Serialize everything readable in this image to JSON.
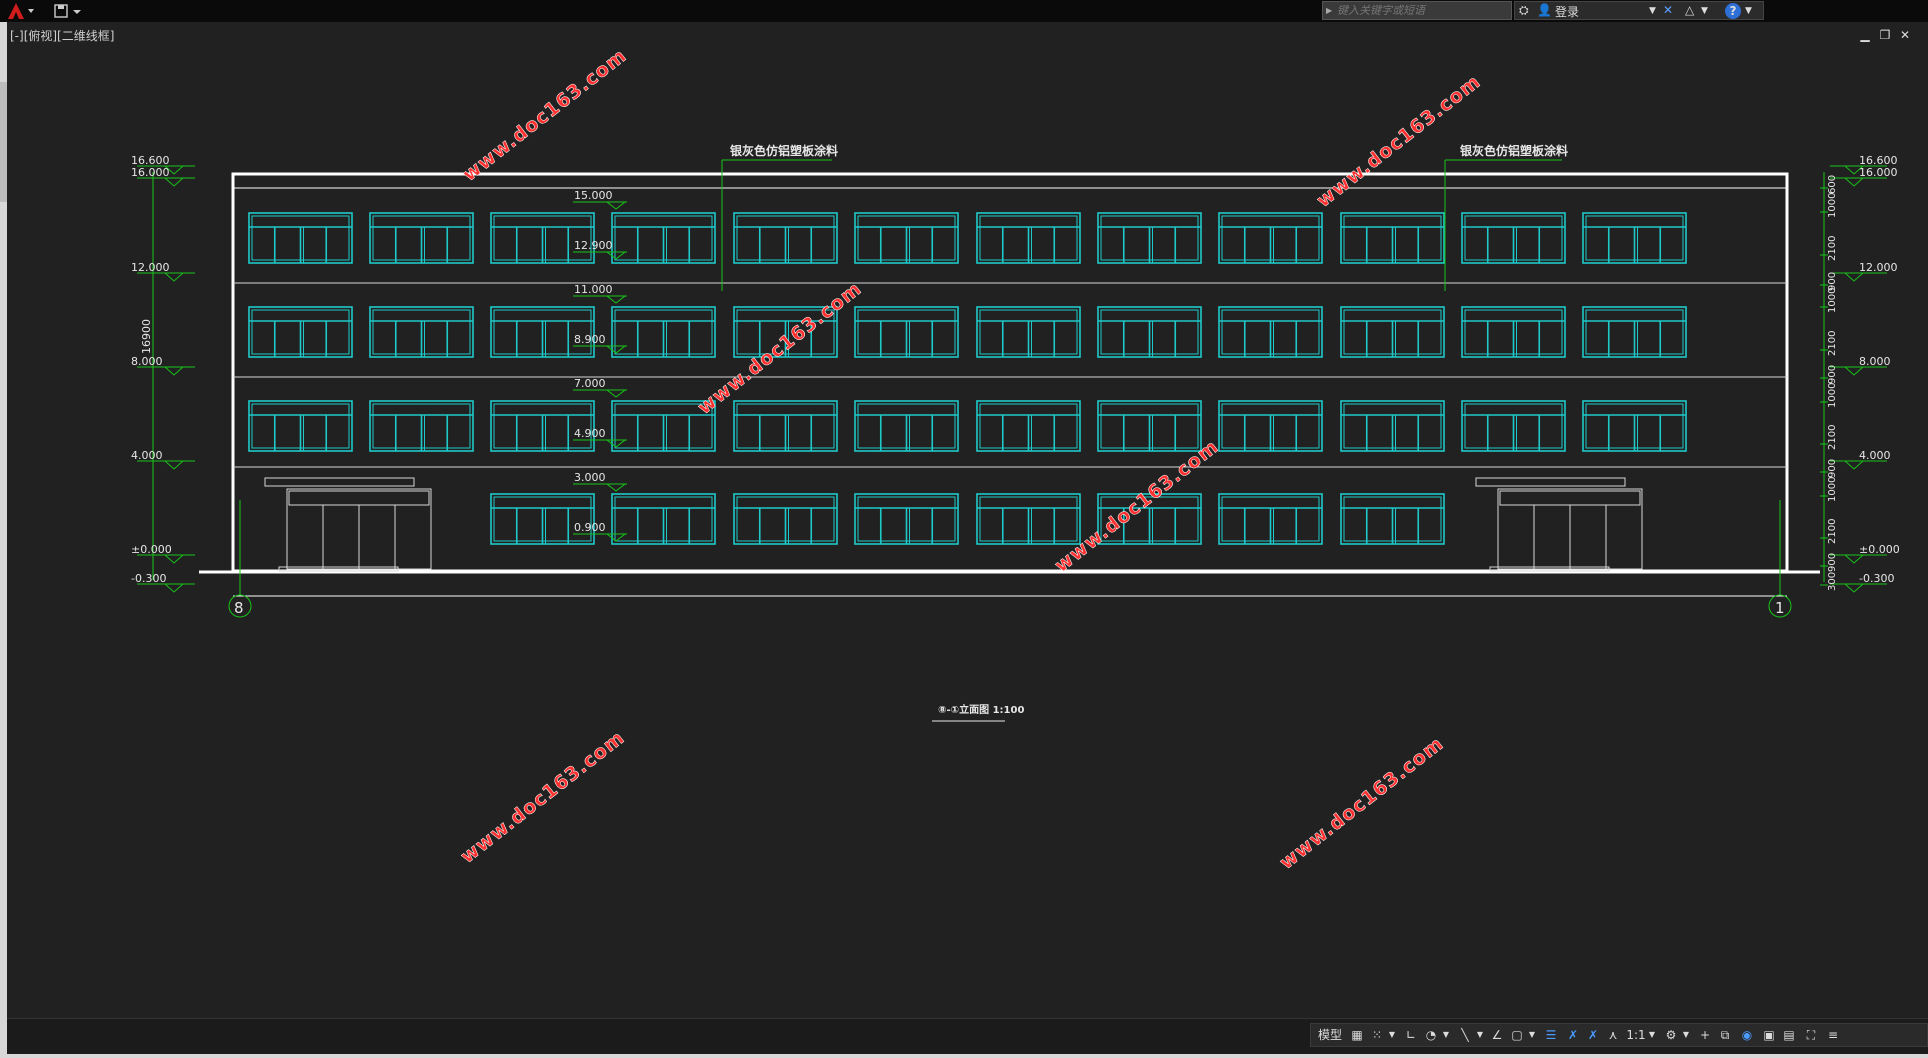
{
  "app": {
    "search_placeholder": "键入关键字或短语",
    "login_label": "登录",
    "viewport_label": "[-][俯视][二维线框]",
    "win_minimize": "▁",
    "win_restore": "❐",
    "win_close": "✕",
    "status_model": "模型",
    "status_scale": "1:1"
  },
  "drawing": {
    "title": "⑧-①立面图 1:100",
    "material_labels": [
      "银灰色仿铝塑板涂料",
      "银灰色仿铝塑板涂料"
    ],
    "watermark": "www.doc163.com",
    "left_levels": [
      "16.600",
      "16.000",
      "12.000",
      "8.000",
      "4.000",
      "±0.000",
      "-0.300"
    ],
    "right_levels": [
      "16.600",
      "16.000",
      "12.000",
      "8.000",
      "4.000",
      "±0.000",
      "-0.300"
    ],
    "total_dim": "16900",
    "window_levels": [
      "15.000",
      "12.900",
      "11.000",
      "8.900",
      "7.000",
      "4.900",
      "3.000",
      "0.900"
    ],
    "right_dims": [
      "600",
      "1000",
      "2100",
      "900",
      "1000",
      "2100",
      "900",
      "1000",
      "2100",
      "900",
      "1000",
      "2100",
      "900",
      "300"
    ],
    "axis_left": "8",
    "axis_right": "1"
  },
  "colors": {
    "background": "#212121",
    "window": "#1fc9c9",
    "dimension": "#19c219",
    "wall": "#ffffff",
    "watermark": "#ff3030"
  }
}
